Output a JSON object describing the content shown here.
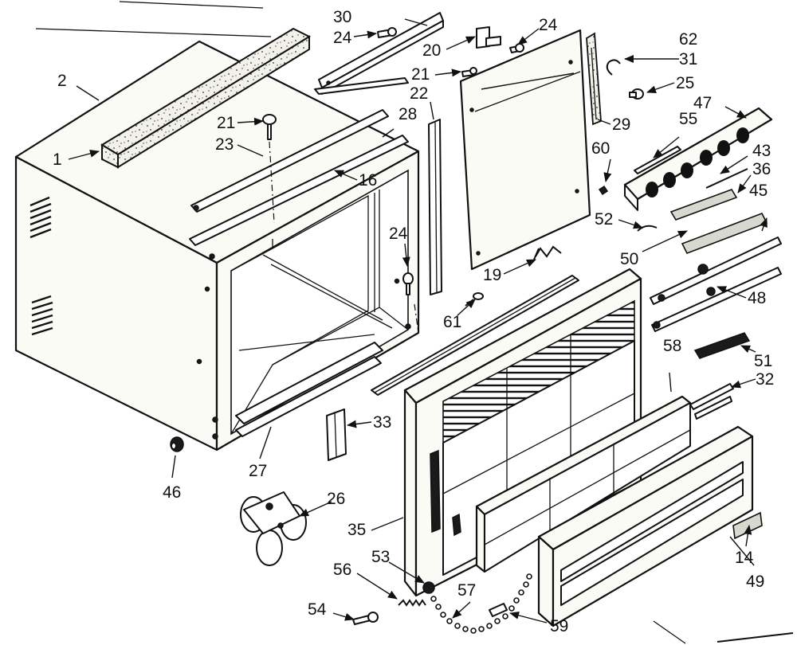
{
  "diagram": {
    "callouts": [
      "1",
      "2",
      "14",
      "16",
      "19",
      "20",
      "21",
      "21",
      "22",
      "23",
      "24",
      "24",
      "24",
      "25",
      "26",
      "27",
      "28",
      "29",
      "30",
      "31",
      "32",
      "33",
      "35",
      "36",
      "43",
      "45",
      "46",
      "47",
      "48",
      "49",
      "50",
      "51",
      "52",
      "53",
      "54",
      "55",
      "56",
      "57",
      "58",
      "59",
      "60",
      "61",
      "62"
    ]
  },
  "icons": {
    "arrowhead": "arrow-icon"
  }
}
